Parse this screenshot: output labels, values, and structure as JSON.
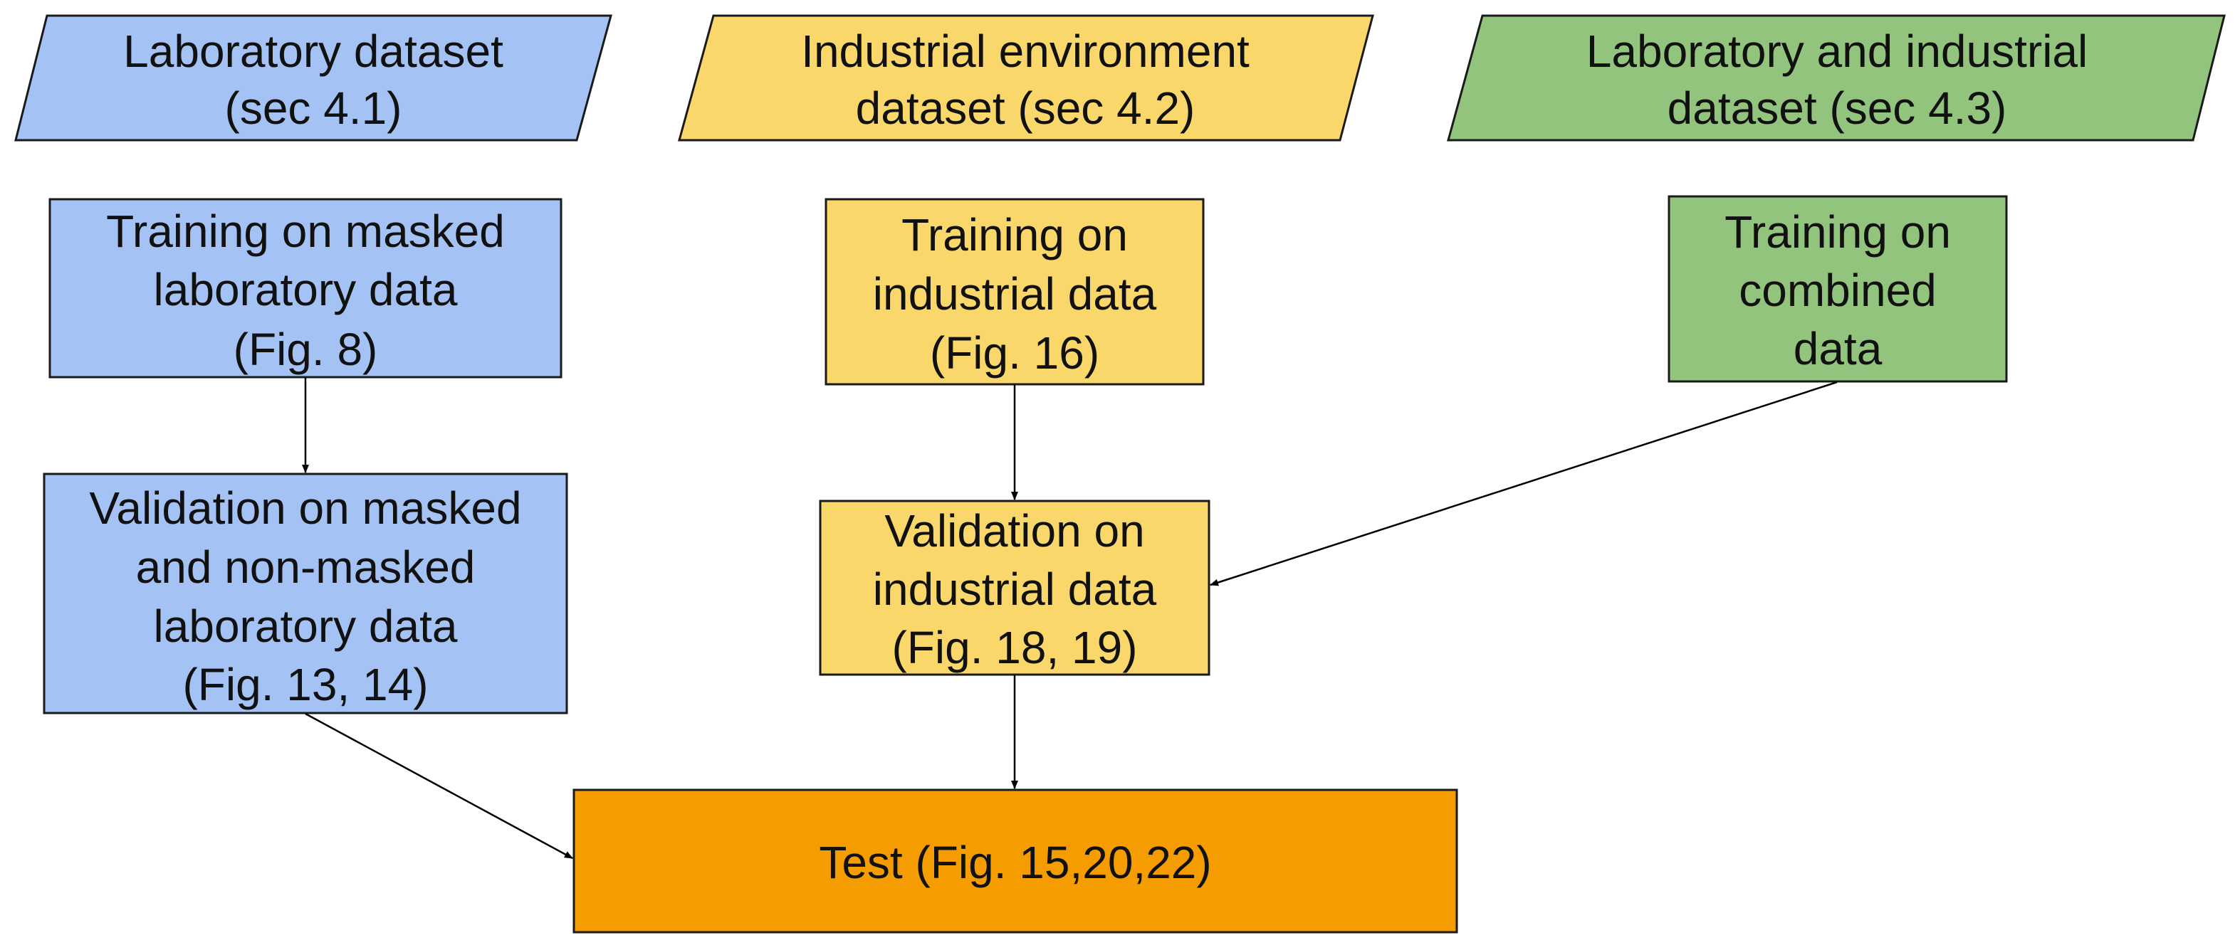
{
  "colors": {
    "lab": "#a4c2f4",
    "industrial": "#f9d76b",
    "combined": "#93c47d",
    "test": "#f59c00",
    "outline": "#1a1a1a",
    "text": "#111111"
  },
  "datasets": {
    "lab": [
      "Laboratory dataset",
      "(sec 4.1)"
    ],
    "industrial": [
      "Industrial environment",
      "dataset (sec 4.2)"
    ],
    "combined": [
      "Laboratory and industrial",
      "dataset (sec 4.3)"
    ]
  },
  "training": {
    "lab": [
      "Training on masked",
      "laboratory data",
      "(Fig. 8)"
    ],
    "industrial": [
      "Training on",
      "industrial data",
      "(Fig. 16)"
    ],
    "combined": [
      "Training on",
      "combined",
      "data"
    ]
  },
  "validation": {
    "lab": [
      "Validation on masked",
      "and non-masked",
      "laboratory data",
      "(Fig. 13, 14)"
    ],
    "industrial": [
      "Validation on",
      "industrial data",
      "(Fig. 18, 19)"
    ]
  },
  "test": {
    "label": "Test (Fig. 15,20,22)"
  }
}
